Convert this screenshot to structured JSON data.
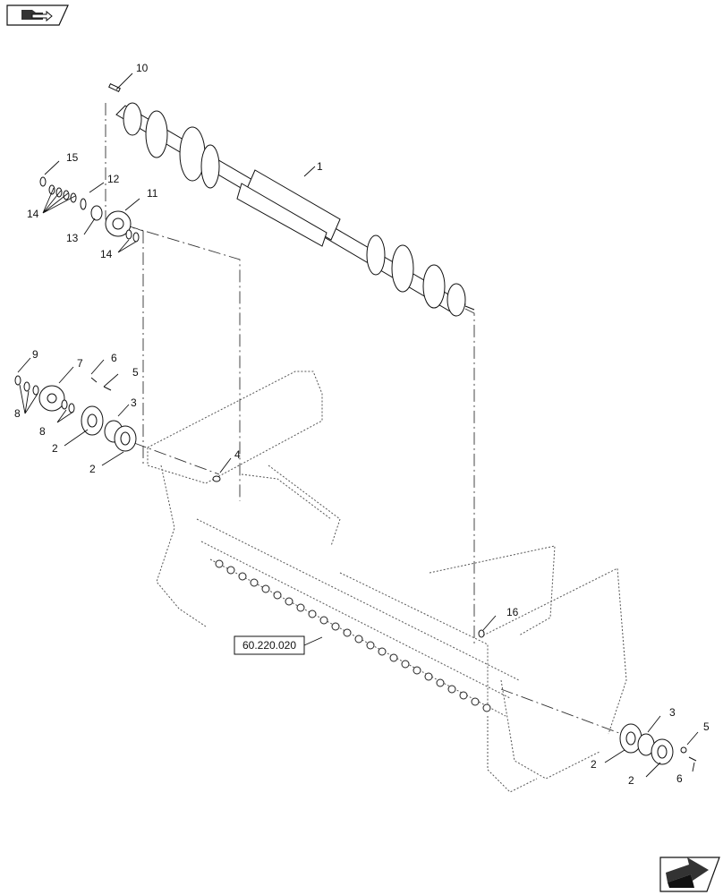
{
  "diagram": {
    "callouts": [
      {
        "id": "c10",
        "label": "10"
      },
      {
        "id": "c1",
        "label": "1"
      },
      {
        "id": "c15",
        "label": "15"
      },
      {
        "id": "c12",
        "label": "12"
      },
      {
        "id": "c11",
        "label": "11"
      },
      {
        "id": "c14a",
        "label": "14"
      },
      {
        "id": "c13",
        "label": "13"
      },
      {
        "id": "c14b",
        "label": "14"
      },
      {
        "id": "c9",
        "label": "9"
      },
      {
        "id": "c7",
        "label": "7"
      },
      {
        "id": "c6a",
        "label": "6"
      },
      {
        "id": "c5a",
        "label": "5"
      },
      {
        "id": "c8a",
        "label": "8"
      },
      {
        "id": "c3a",
        "label": "3"
      },
      {
        "id": "c8b",
        "label": "8"
      },
      {
        "id": "c2a",
        "label": "2"
      },
      {
        "id": "c2b",
        "label": "2"
      },
      {
        "id": "c4",
        "label": "4"
      },
      {
        "id": "c16",
        "label": "16"
      },
      {
        "id": "c3b",
        "label": "3"
      },
      {
        "id": "c5b",
        "label": "5"
      },
      {
        "id": "c2c",
        "label": "2"
      },
      {
        "id": "c2d",
        "label": "2"
      },
      {
        "id": "c6b",
        "label": "6"
      }
    ],
    "reference_label": "60.220.020",
    "icons": {
      "top_left": "folder-arrow-icon",
      "bottom_right": "next-page-arrow-icon"
    },
    "colors": {
      "line": "#111111",
      "frame": "#555555",
      "background": "#ffffff"
    }
  }
}
